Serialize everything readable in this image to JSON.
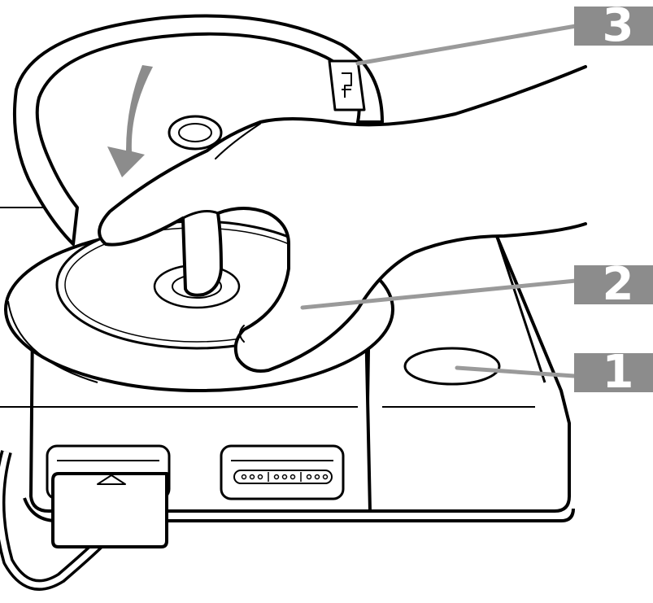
{
  "callouts": [
    {
      "id": "1",
      "label": "1"
    },
    {
      "id": "2",
      "label": "2"
    },
    {
      "id": "3",
      "label": "3"
    }
  ],
  "colors": {
    "callout_box": "#8c8c8c",
    "leader_line": "#9a9a9a",
    "arrow": "#8c8c8c",
    "outline": "#000000",
    "fill": "#ffffff"
  }
}
